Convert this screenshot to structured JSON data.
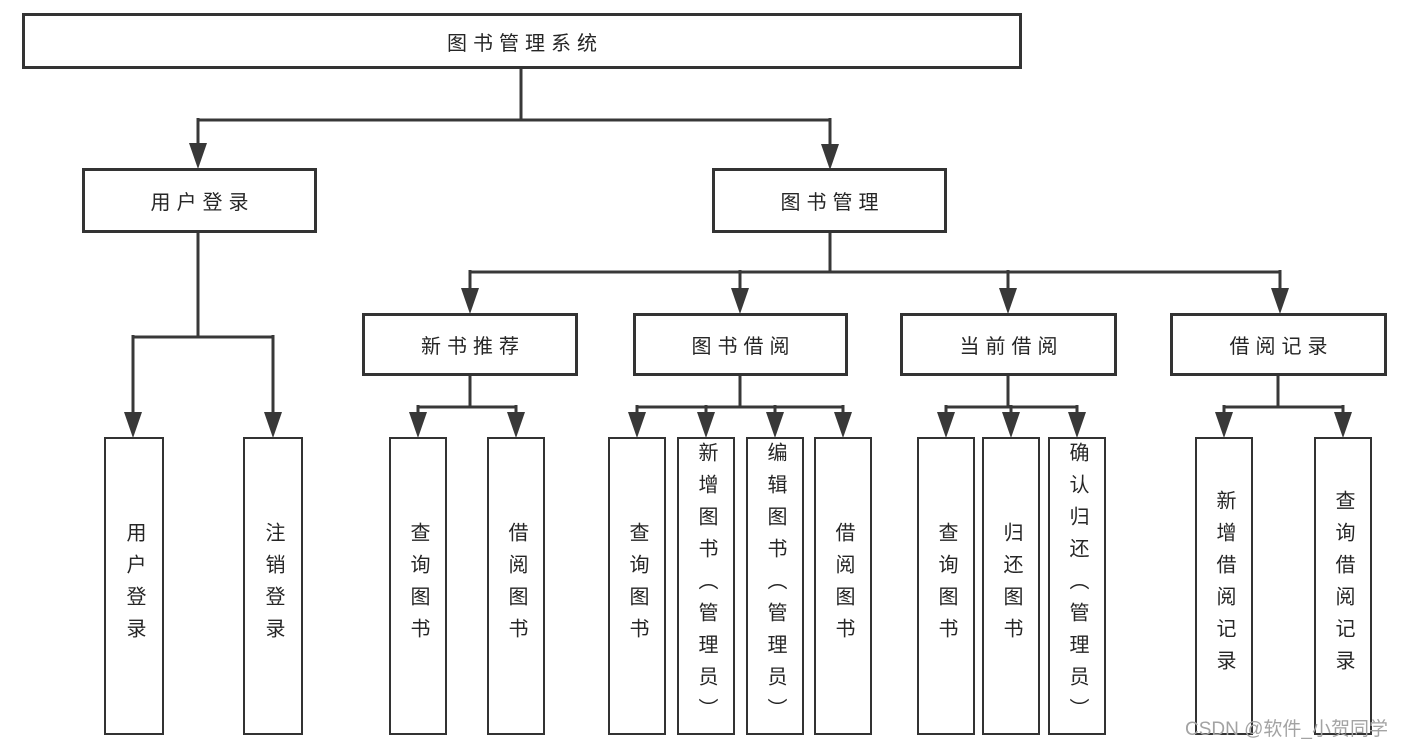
{
  "tree": {
    "root": "图书管理系统",
    "branches": [
      {
        "label": "用户登录",
        "children": [
          "用户登录",
          "注销登录"
        ]
      },
      {
        "label": "图书管理",
        "children": [
          {
            "label": "新书推荐",
            "children": [
              "查询图书",
              "借阅图书"
            ]
          },
          {
            "label": "图书借阅",
            "children": [
              "查询图书",
              "新增图书（管理员）",
              "编辑图书（管理员）",
              "借阅图书"
            ]
          },
          {
            "label": "当前借阅",
            "children": [
              "查询图书",
              "归还图书",
              "确认归还（管理员）"
            ]
          },
          {
            "label": "借阅记录",
            "children": [
              "新增借阅记录",
              "查询借阅记录"
            ]
          }
        ]
      }
    ]
  },
  "watermark": "CSDN @软件_小贺同学",
  "colors": {
    "line": "#383838",
    "box_border": "#333333",
    "box_fill": "#ffffff",
    "text": "#262626",
    "watermark": "#a3a3a3",
    "background": "#ffffff"
  }
}
